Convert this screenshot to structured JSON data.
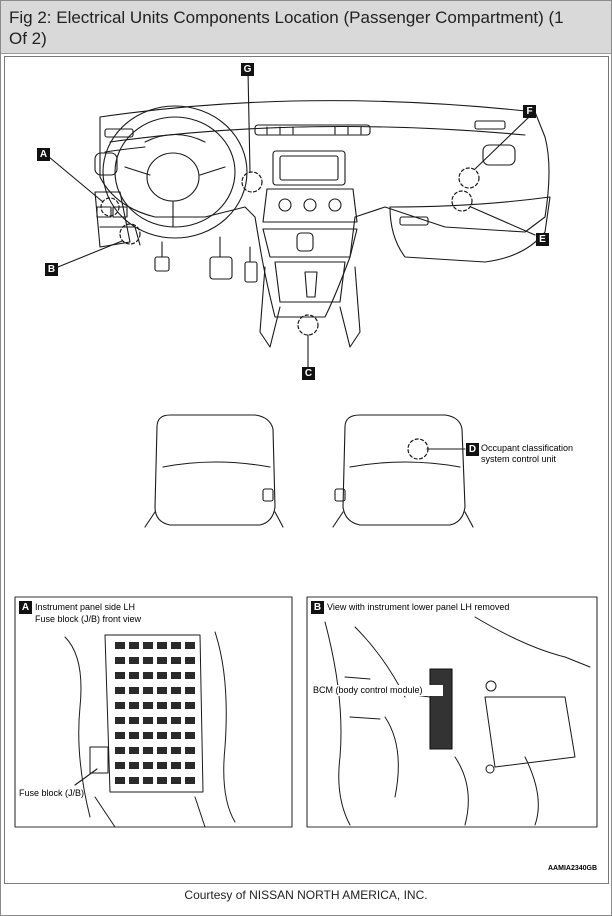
{
  "header": {
    "title": "Fig 2: Electrical Units Components Location (Passenger Compartment) (1 Of 2)"
  },
  "callouts": {
    "a": "A",
    "b": "B",
    "c": "C",
    "d": "D",
    "e": "E",
    "f": "F",
    "g": "G"
  },
  "labels": {
    "occupant_unit": "Occupant classification system control unit",
    "inset_a_title": "Instrument panel side LH",
    "inset_a_subtitle": "Fuse block (J/B) front view",
    "inset_a_fuse": "Fuse block (J/B)",
    "inset_b_title": "View with instrument lower panel LH removed",
    "inset_b_bcm": "BCM (body control module)"
  },
  "figure_code": "AAMIA2340GB",
  "footer": {
    "courtesy": "Courtesy of NISSAN NORTH AMERICA, INC."
  },
  "colors": {
    "header_bg": "#d9d9d9",
    "line": "#1a1a1a",
    "callout_bg": "#111111"
  }
}
